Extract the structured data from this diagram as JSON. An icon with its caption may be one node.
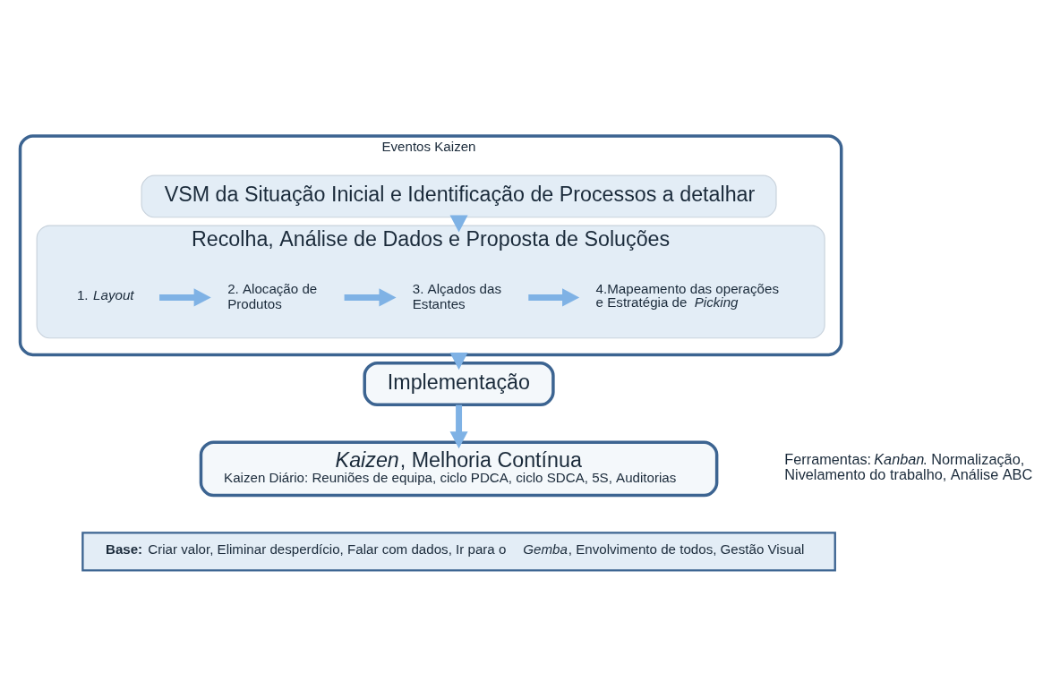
{
  "diagram": {
    "nodes": [
      {
        "text": [
          "Eventos Kaizen"
        ]
      },
      {
        "text": [
          "VSM da Situação Inicial e Identificação de Processos a detalhar"
        ],
        "in": 0
      },
      {
        "text": [
          "Recolha, Análise de Dados e Proposta de Soluções"
        ],
        "in": 0
      },
      {
        "text": [
          "1. *Layout*"
        ],
        "in": 2
      },
      {
        "text": [
          "2. Alocação de Produtos"
        ],
        "in": 2
      },
      {
        "text": [
          "3. Alçados das Estantes"
        ],
        "in": 2
      },
      {
        "text": [
          "4.Mapeamento das operações e Estratégia de *Picking*"
        ],
        "in": 2
      },
      {
        "text": [
          "Implementação"
        ]
      },
      {
        "text": [
          "*Kaizen*, Melhoria Contínua",
          "Kaizen Diário: Reuniões de equipa, ciclo PDCA, ciclo SDCA, 5S, Auditorias"
        ]
      },
      {
        "text": [
          "**Base:** Criar valor, Eliminar desperdício, Falar com dados, Ir para o *Gemba*, Envolvimento de todos, Gestão Visual"
        ]
      }
    ],
    "edges": [
      {
        "from": 1,
        "to": 2,
        "arrow": "to"
      },
      {
        "from": 3,
        "to": 4,
        "arrow": "to"
      },
      {
        "from": 4,
        "to": 5,
        "arrow": "to"
      },
      {
        "from": 5,
        "to": 6,
        "arrow": "to"
      },
      {
        "from": 0,
        "to": 7,
        "arrow": "to"
      },
      {
        "from": 7,
        "to": 8,
        "arrow": "to"
      }
    ],
    "labels": [
      "Ferramentas: *Kanban*. Normalização, Nivelamento do trabalho, Análise ABC"
    ]
  }
}
